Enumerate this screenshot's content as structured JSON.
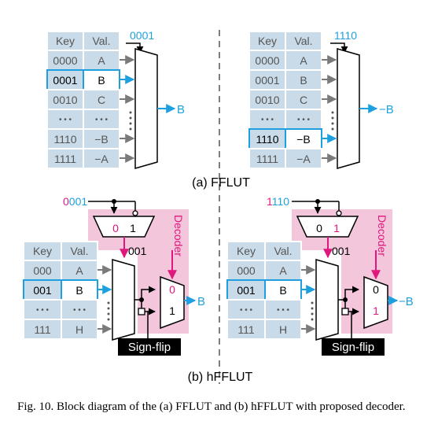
{
  "colors": {
    "cell_fill": "#c9dbe8",
    "highlight_blue": "#1ea0e0",
    "accent_magenta": "#e0177c",
    "decoder_fill": "#f3c6dc",
    "arrow_gray": "#7a7a7a",
    "text_gray": "#555555"
  },
  "panels": {
    "ffl_left": {
      "select_input": "0001",
      "header": [
        "Key",
        "Val."
      ],
      "rows": [
        [
          "0000",
          "A"
        ],
        [
          "0001",
          "B"
        ],
        [
          "0010",
          "C"
        ],
        [
          "• • •",
          "• • •"
        ],
        [
          "1110",
          "−B"
        ],
        [
          "1111",
          "−A"
        ]
      ],
      "highlight_row": 1,
      "output": "B"
    },
    "ffl_right": {
      "select_input": "1110",
      "header": [
        "Key",
        "Val."
      ],
      "rows": [
        [
          "0000",
          "A"
        ],
        [
          "0001",
          "B"
        ],
        [
          "0010",
          "C"
        ],
        [
          "• • •",
          "• • •"
        ],
        [
          "1110",
          "−B"
        ],
        [
          "1111",
          "−A"
        ]
      ],
      "highlight_row": 4,
      "output": "−B"
    },
    "hffl_left": {
      "input_prefix": "0",
      "input_suffix": "001",
      "decoder_label": "Decoder",
      "dec_ports": [
        "0",
        "1"
      ],
      "address": "001",
      "header": [
        "Key",
        "Val."
      ],
      "rows": [
        [
          "000",
          "A"
        ],
        [
          "001",
          "B"
        ],
        [
          "• • •",
          "• • •"
        ],
        [
          "111",
          "H"
        ]
      ],
      "highlight_row": 1,
      "mux_ports": [
        "0",
        "1"
      ],
      "sign_flip": "Sign-flip",
      "output": "B"
    },
    "hffl_right": {
      "input_prefix": "1",
      "input_suffix": "110",
      "decoder_label": "Decoder",
      "dec_ports": [
        "0",
        "1"
      ],
      "address": "001",
      "header": [
        "Key",
        "Val."
      ],
      "rows": [
        [
          "000",
          "A"
        ],
        [
          "001",
          "B"
        ],
        [
          "• • •",
          "• • •"
        ],
        [
          "111",
          "H"
        ]
      ],
      "highlight_row": 1,
      "mux_ports": [
        "0",
        "1"
      ],
      "sign_flip": "Sign-flip",
      "output": "−B"
    }
  },
  "labels": {
    "sub_a": "(a) FFLUT",
    "sub_b": "(b) hFFLUT"
  },
  "caption": "Fig. 10.  Block diagram of the (a) FFLUT and (b) hFFLUT with proposed decoder."
}
